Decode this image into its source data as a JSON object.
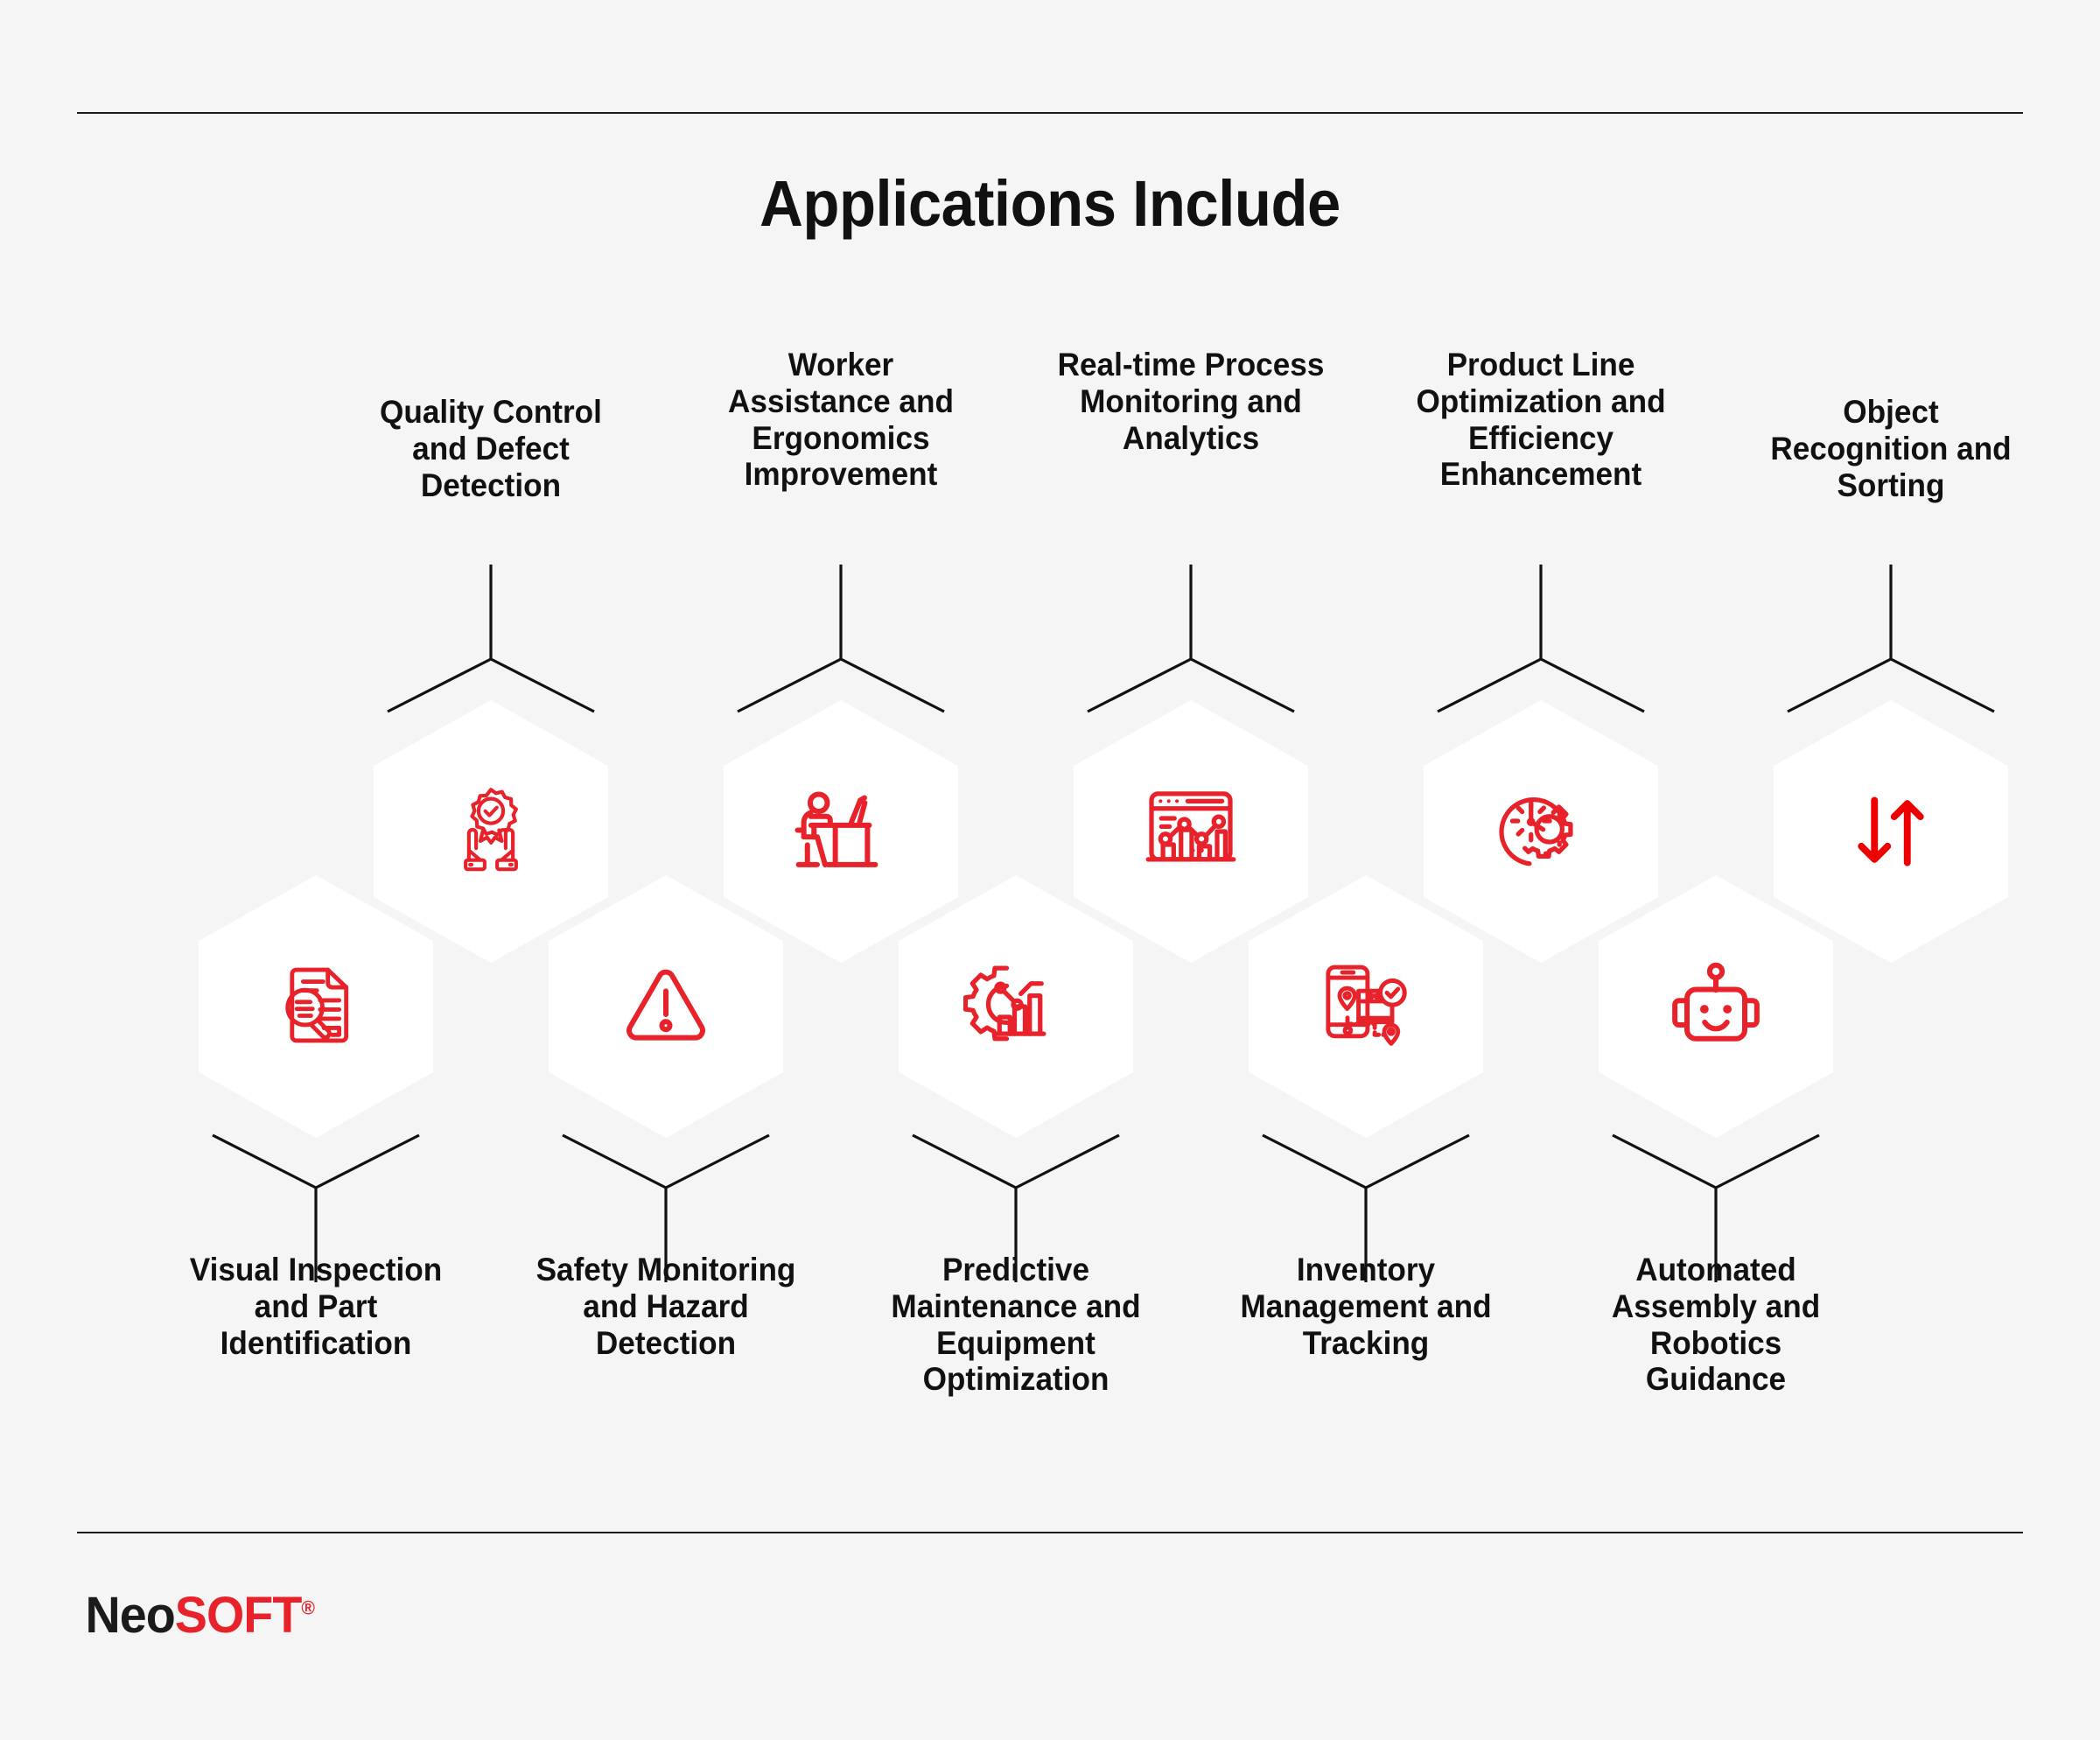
{
  "page": {
    "title": "Applications Include",
    "background_color": "#F5F5F5",
    "accent_color": "#E8222A",
    "text_color": "#111111",
    "hex_color": "#FFFFFF"
  },
  "logo": {
    "part1": "Neo",
    "part2": "SOFT",
    "registered": "®"
  },
  "top_row": [
    {
      "label": "Quality Control and Defect Detection",
      "icon": "quality-badge-hands-icon"
    },
    {
      "label": "Worker Assistance and Ergonomics Improvement",
      "icon": "worker-at-desk-icon"
    },
    {
      "label": "Real-time Process Monitoring and Analytics",
      "icon": "analytics-dashboard-icon"
    },
    {
      "label": "Product Line Optimization and Efficiency Enhancement",
      "icon": "clock-gear-icon"
    },
    {
      "label": "Object Recognition and Sorting",
      "icon": "sort-arrows-icon"
    }
  ],
  "bottom_row": [
    {
      "label": "Visual Inspection and Part Identification",
      "icon": "document-magnifier-icon"
    },
    {
      "label": "Safety Monitoring and Hazard Detection",
      "icon": "warning-triangle-icon"
    },
    {
      "label": "Predictive Maintenance and Equipment Optimization",
      "icon": "gear-bar-chart-icon"
    },
    {
      "label": "Inventory Management and Tracking",
      "icon": "phone-package-tracking-icon"
    },
    {
      "label": "Automated Assembly and Robotics Guidance",
      "icon": "robot-head-icon"
    }
  ]
}
